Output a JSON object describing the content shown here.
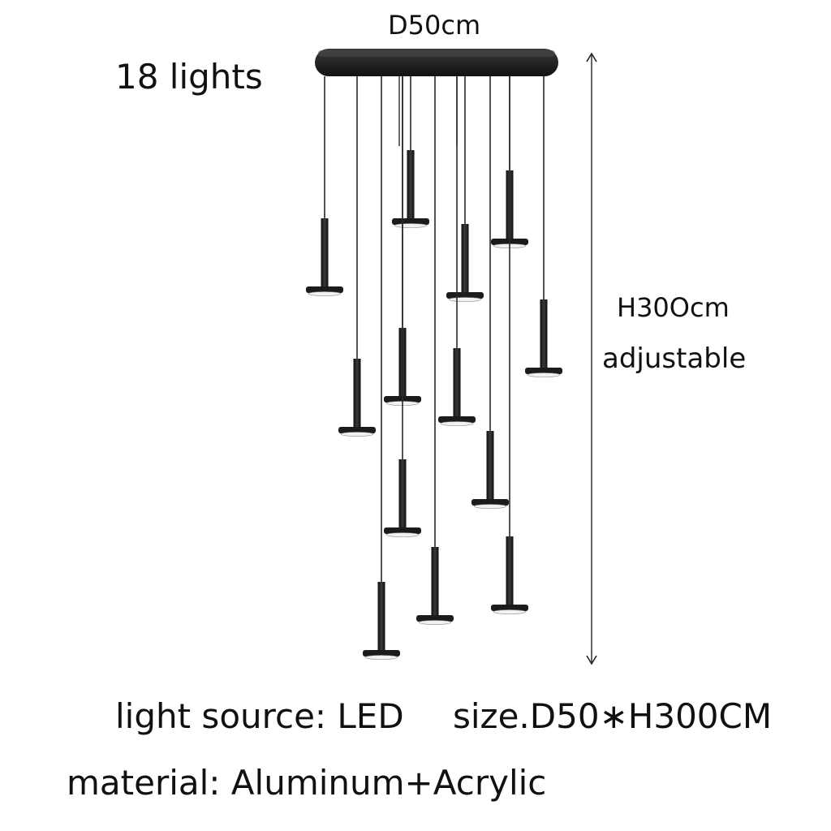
{
  "labels": {
    "diameter": "D50cm",
    "lights_count": "18 lights",
    "height": "H30Ocm",
    "adjustable": "adjustable",
    "light_source": "light source:  LED",
    "size": "size.D50∗H300CM",
    "material": "material: Aluminum+Acrylic"
  },
  "colors": {
    "lamp_body": "#1b1b1b",
    "lens_glow": "#f2f2f2",
    "cable": "#2a2a2a",
    "dimension_line": "#222222"
  }
}
